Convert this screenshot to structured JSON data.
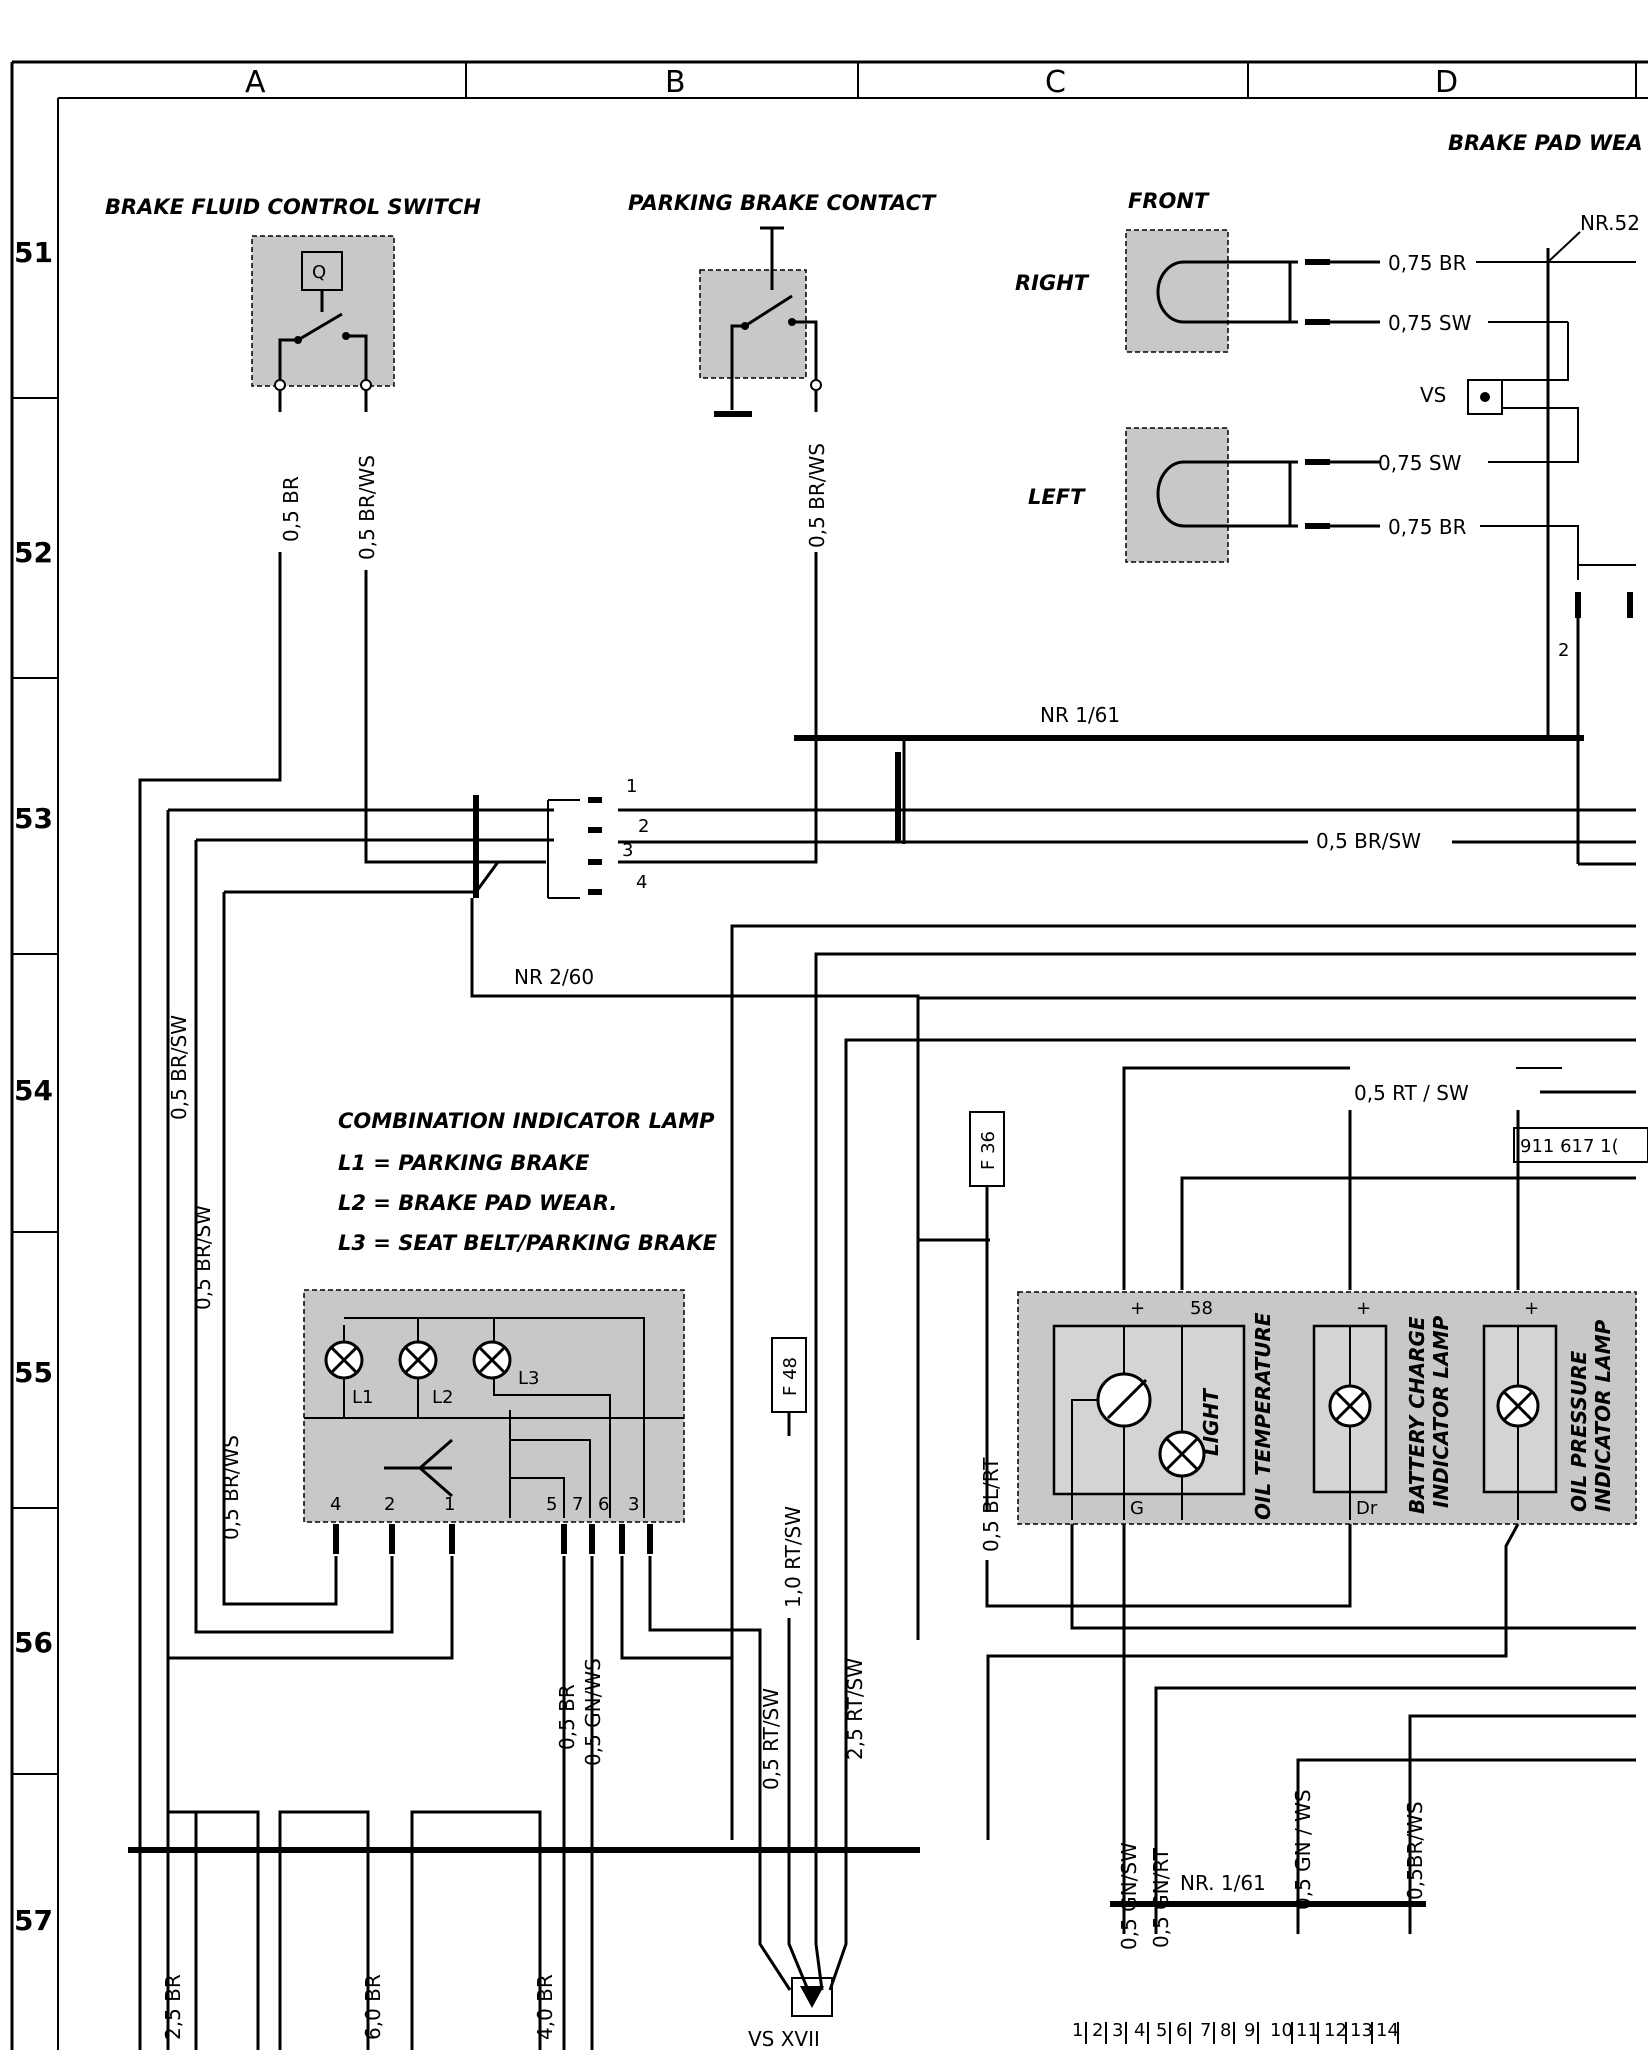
{
  "columns": [
    "A",
    "B",
    "C",
    "D"
  ],
  "rows": [
    "51",
    "52",
    "53",
    "54",
    "55",
    "56",
    "57"
  ],
  "components": {
    "brake_fluid_switch": "BRAKE FLUID CONTROL SWITCH",
    "brake_fluid_switch_symbol": "Q",
    "parking_brake_contact": "PARKING BRAKE CONTACT",
    "brake_pad_wear": "BRAKE PAD WEA",
    "front": "FRONT",
    "right": "RIGHT",
    "left": "LEFT",
    "vs": "VS",
    "nr52": "NR.52",
    "combo_title": "COMBINATION INDICATOR LAMP",
    "combo_l1": "L1 =  PARKING BRAKE",
    "combo_l2": "L2 =  BRAKE PAD WEAR.",
    "combo_l3": "L3 =  SEAT BELT/PARKING BRAKE",
    "oil_temperature": "OIL TEMPERATURE",
    "light": "LIGHT",
    "battery_charge": "BATTERY CHARGE",
    "battery_charge_2": "INDICATOR LAMP",
    "oil_pressure": "OIL PRESSURE",
    "oil_pressure_2": "INDICATOR LAMP",
    "part_no": "911 617 1(",
    "fuse_f36": "F 36",
    "fuse_f48": "F 48",
    "vs_xvii": "VS  XVII"
  },
  "wires": {
    "w_05br": "0,5 BR",
    "w_05brws_a": "0,5 BR/WS",
    "w_05brws_b": "0,5 BR/WS",
    "w_075br_r": "0,75  BR",
    "w_075sw_r": "0,75  SW",
    "w_075sw_l": "0,75  SW",
    "w_075br_l": "0,75  BR",
    "nr161": "NR 1/61",
    "w_05brsw_53": "0,5  BR/SW",
    "nr260": "NR 2/60",
    "w_05brsw_54": "0,5  BR/SW",
    "w_05brsw_55": "0,5  BR/SW",
    "w_05brws_55": "0,5  BR/WS",
    "w_05rtsw": "0,5 RT / SW",
    "w_05blrt": "0,5   BL/RT",
    "w_10rtsw": "1,0   RT/SW",
    "w_05br_56": "0,5  BR",
    "w_05gnws_56": "0,5  GN/WS",
    "w_05rtsw_56": "0,5  RT/SW",
    "w_25rtsw": "2,5  RT/SW",
    "w_05gnsw": "0,5  GN/SW",
    "w_05gnrt": "0,5  GN/RT",
    "w_05gnws_57": "0,5   GN / WS",
    "w_05brws_57": "0,5BR/WS",
    "nr161_b": "NR.  1/61",
    "w_25br": "2,5 BR",
    "w_60br": "6,0  BR",
    "w_40br": "4,0 BR"
  },
  "pins": {
    "conn_1": "1",
    "conn_2": "2",
    "conn_3": "3",
    "conn_4": "4",
    "pad_2": "2",
    "cl_4": "4",
    "cl_2": "2",
    "cl_1": "1",
    "cl_5": "5",
    "cl_7": "7",
    "cl_6": "6",
    "cl_3": "3",
    "cl_L1": "L1",
    "cl_L2": "L2",
    "cl_L3": "L3",
    "g": "G",
    "dr": "Dr",
    "p58": "58",
    "plus": "+",
    "term_strip": [
      "1",
      "2",
      "3",
      "4",
      "5",
      "6",
      "7",
      "8",
      "9",
      "10",
      "11",
      "12",
      "13",
      "14"
    ]
  }
}
